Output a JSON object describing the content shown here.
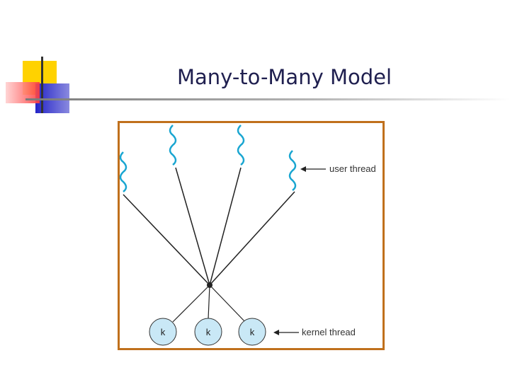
{
  "slide": {
    "title": "Many-to-Many Model"
  },
  "diagram": {
    "user_thread_label": "user thread",
    "kernel_thread_label": "kernel thread",
    "kernel_label": "k",
    "user_thread_count": 4,
    "kernel_thread_count": 3
  },
  "colors": {
    "frame": "#c0701c",
    "thread_wave": "#1aa6d1",
    "kernel_fill": "#c9e8f6",
    "title_text": "#1f1f4f",
    "logo_yellow": "#ffd200",
    "logo_red": "#ff3b3b",
    "logo_blue": "#2424c8"
  }
}
